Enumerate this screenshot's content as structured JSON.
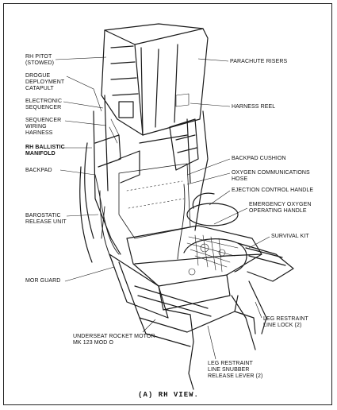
{
  "figure": {
    "caption": "(A)  RH VIEW.",
    "labels": {
      "rh_pitot": "RH PITOT\n(STOWED)",
      "drogue_catapult": "DROGUE\nDEPLOYMENT\nCATAPULT",
      "electronic_sequencer": "ELECTRONIC\nSEQUENCER",
      "sequencer_wiring": "SEQUENCER\nWIRING\nHARNESS",
      "rh_ballistic": "RH BALLISTIC\nMANIFOLD",
      "backpad": "BACKPAD",
      "barostatic": "BAROSTATIC\nRELEASE UNIT",
      "mor_guard": "MOR GUARD",
      "rocket_motor": "UNDERSEAT ROCKET MOTOR\nMK 123 MOD O",
      "parachute_risers": "PARACHUTE RISERS",
      "harness_reel": "HARNESS REEL",
      "backpad_cushion": "BACKPAD CUSHION",
      "oxygen_hose": "OXYGEN COMMUNICATIONS\nHOSE",
      "ejection_handle": "EJECTION CONTROL HANDLE",
      "emergency_oxygen": "EMERGENCY OXYGEN\nOPERATING HANDLE",
      "survival_kit": "SURVIVAL KIT",
      "leg_line_lock": "LEG RESTRAINT\nLINE LOCK (2)",
      "leg_snubber": "LEG RESTRAINT\nLINE SNUBBER\nRELEASE LEVER (2)"
    }
  }
}
